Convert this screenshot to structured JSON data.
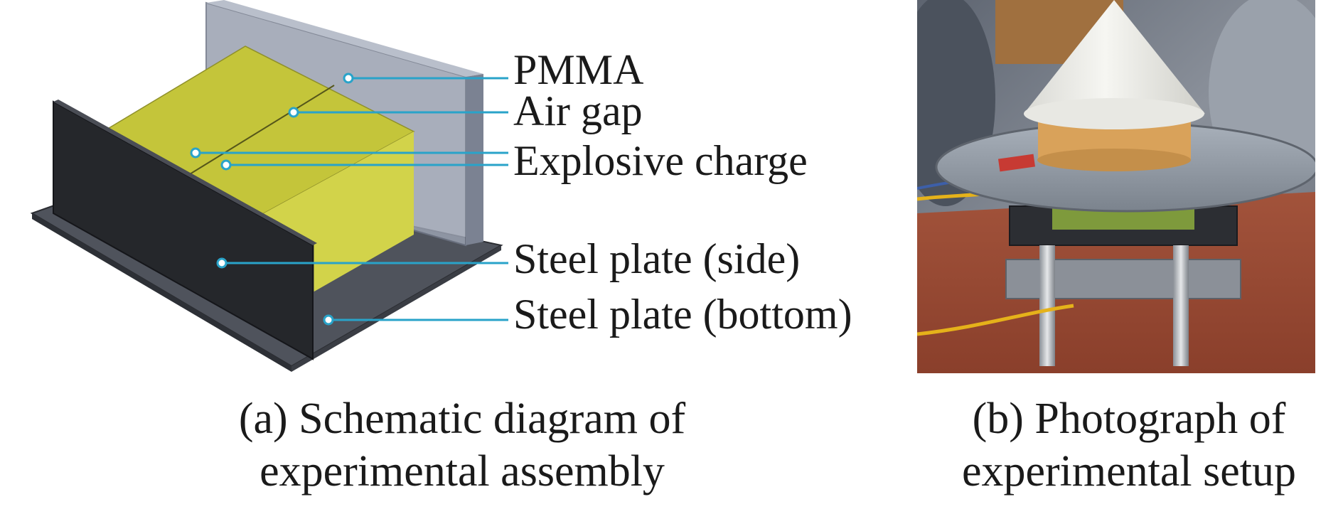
{
  "panel_a": {
    "labels": {
      "pmma": "PMMA",
      "air_gap": "Air gap",
      "explosive_charge": "Explosive charge",
      "steel_plate_side": "Steel plate (side)",
      "steel_plate_bottom": "Steel plate (bottom)"
    },
    "caption_line1": "(a) Schematic diagram of",
    "caption_line2": "experimental assembly"
  },
  "panel_b": {
    "caption_line1": "(b) Photograph of",
    "caption_line2": "experimental setup"
  },
  "colors": {
    "leader_line": "#29a3c9",
    "explosive": "#c8c93a",
    "steel": "#2a2c31",
    "pmma": "#8f97a8"
  }
}
